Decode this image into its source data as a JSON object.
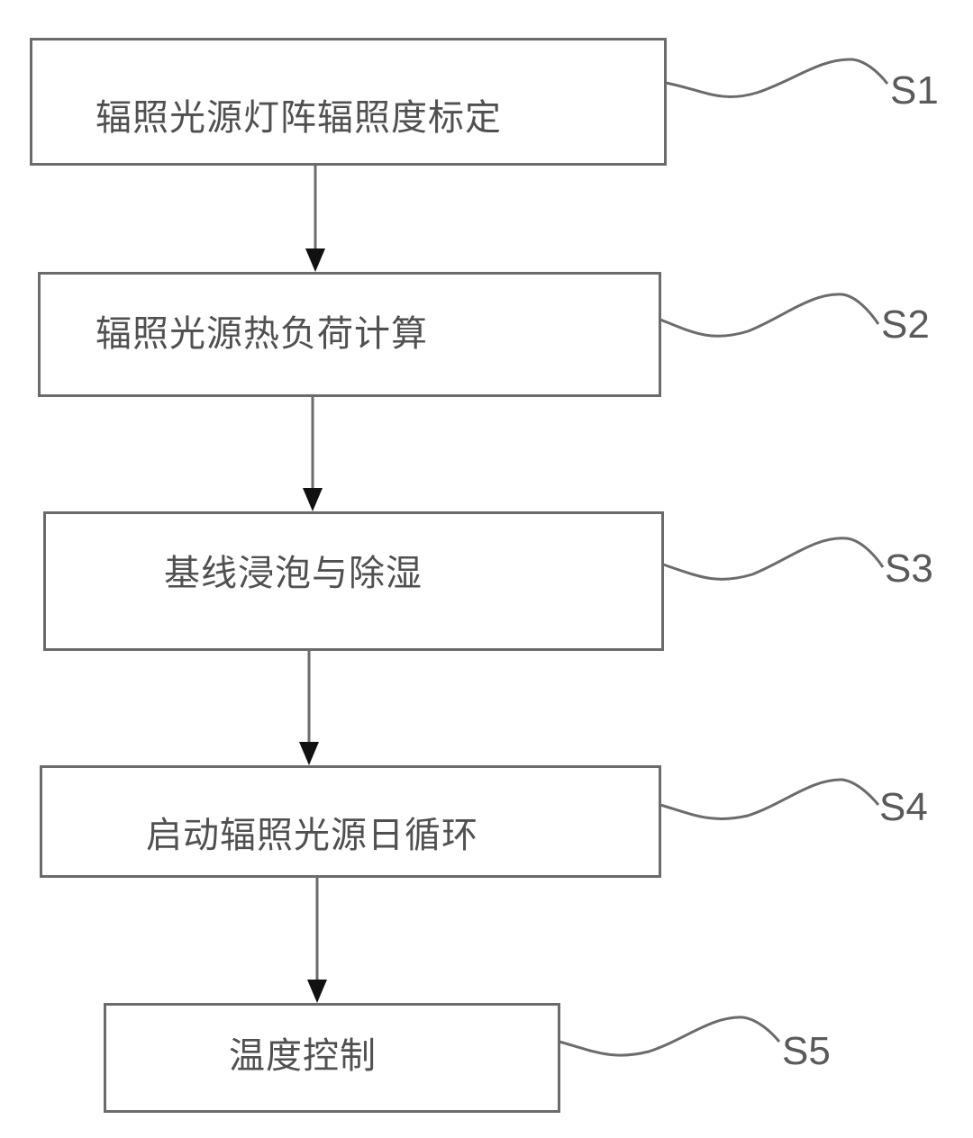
{
  "diagram": {
    "type": "flowchart",
    "direction": "top-to-bottom",
    "colors": {
      "box_border": "#6b6b6b",
      "text": "#505050",
      "connector": "#6b6b6b",
      "arrowhead": "#111111",
      "background": "#ffffff"
    },
    "steps": [
      {
        "id": "S1",
        "label": "S1",
        "text": "辐照光源灯阵辐照度标定"
      },
      {
        "id": "S2",
        "label": "S2",
        "text": "辐照光源热负荷计算"
      },
      {
        "id": "S3",
        "label": "S3",
        "text": "基线浸泡与除湿"
      },
      {
        "id": "S4",
        "label": "S4",
        "text": "启动辐照光源日循环"
      },
      {
        "id": "S5",
        "label": "S5",
        "text": "温度控制"
      }
    ],
    "edges": [
      {
        "from": "S1",
        "to": "S2"
      },
      {
        "from": "S2",
        "to": "S3"
      },
      {
        "from": "S3",
        "to": "S4"
      },
      {
        "from": "S4",
        "to": "S5"
      }
    ]
  }
}
